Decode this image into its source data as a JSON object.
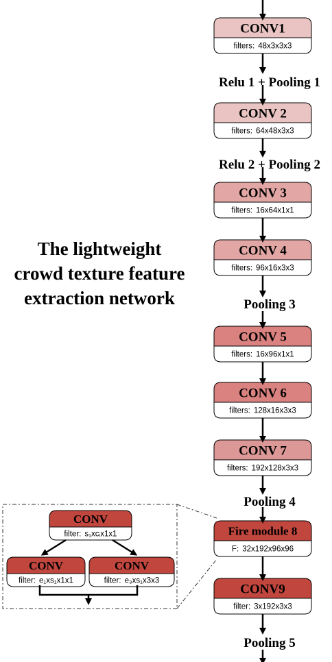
{
  "title_lines": [
    "The lightweight",
    "crowd texture feature",
    "extraction network"
  ],
  "blocks": [
    {
      "id": "conv1",
      "title": "CONV1",
      "sub_prefix": "filters:",
      "sub_value": "48x3x3x3",
      "color": "#e9c4c2"
    },
    {
      "id": "conv2",
      "title": "CONV 2",
      "sub_prefix": "filters:",
      "sub_value": "64x48x3x3",
      "color": "#e9c4c2"
    },
    {
      "id": "conv3",
      "title": "CONV 3",
      "sub_prefix": "filters:",
      "sub_value": "16x64x1x1",
      "color": "#e2a7a5"
    },
    {
      "id": "conv4",
      "title": "CONV 4",
      "sub_prefix": "filters:",
      "sub_value": "96x16x3x3",
      "color": "#e2a7a5"
    },
    {
      "id": "conv5",
      "title": "CONV 5",
      "sub_prefix": "filters:",
      "sub_value": "16x96x1x1",
      "color": "#d9827f"
    },
    {
      "id": "conv6",
      "title": "CONV 6",
      "sub_prefix": "filters:",
      "sub_value": "128x16x3x3",
      "color": "#d9827f"
    },
    {
      "id": "conv7",
      "title": "CONV 7",
      "sub_prefix": "filters:",
      "sub_value": "192x128x3x3",
      "color": "#dc9896"
    },
    {
      "id": "fire8",
      "title": "Fire module 8",
      "sub_prefix": "F:",
      "sub_value": "32x192x96x96",
      "color": "#c0463e"
    },
    {
      "id": "conv9",
      "title": "CONV9",
      "sub_prefix": "filter:",
      "sub_value": "3x192x3x3",
      "color": "#c0463e"
    }
  ],
  "between_labels": [
    {
      "id": "relu1",
      "text": "Relu 1 + Pooling 1"
    },
    {
      "id": "relu2",
      "text": "Relu 2 + Pooling 2"
    },
    {
      "id": "pool3",
      "text": "Pooling 3"
    },
    {
      "id": "pool4",
      "text": "Pooling 4"
    },
    {
      "id": "pool5",
      "text": "Pooling 5"
    }
  ],
  "fire_detail": {
    "squeeze": {
      "title": "CONV",
      "sub_prefix": "filter:",
      "sub_value": "s₁xcᵢx1x1"
    },
    "expand_left": {
      "title": "CONV",
      "sub_prefix": "filter:",
      "sub_value": "e₁xs₁x1x1"
    },
    "expand_right": {
      "title": "CONV",
      "sub_prefix": "filter:",
      "sub_value": "e₃xs₁x3x3"
    },
    "color": "#c0463e"
  }
}
